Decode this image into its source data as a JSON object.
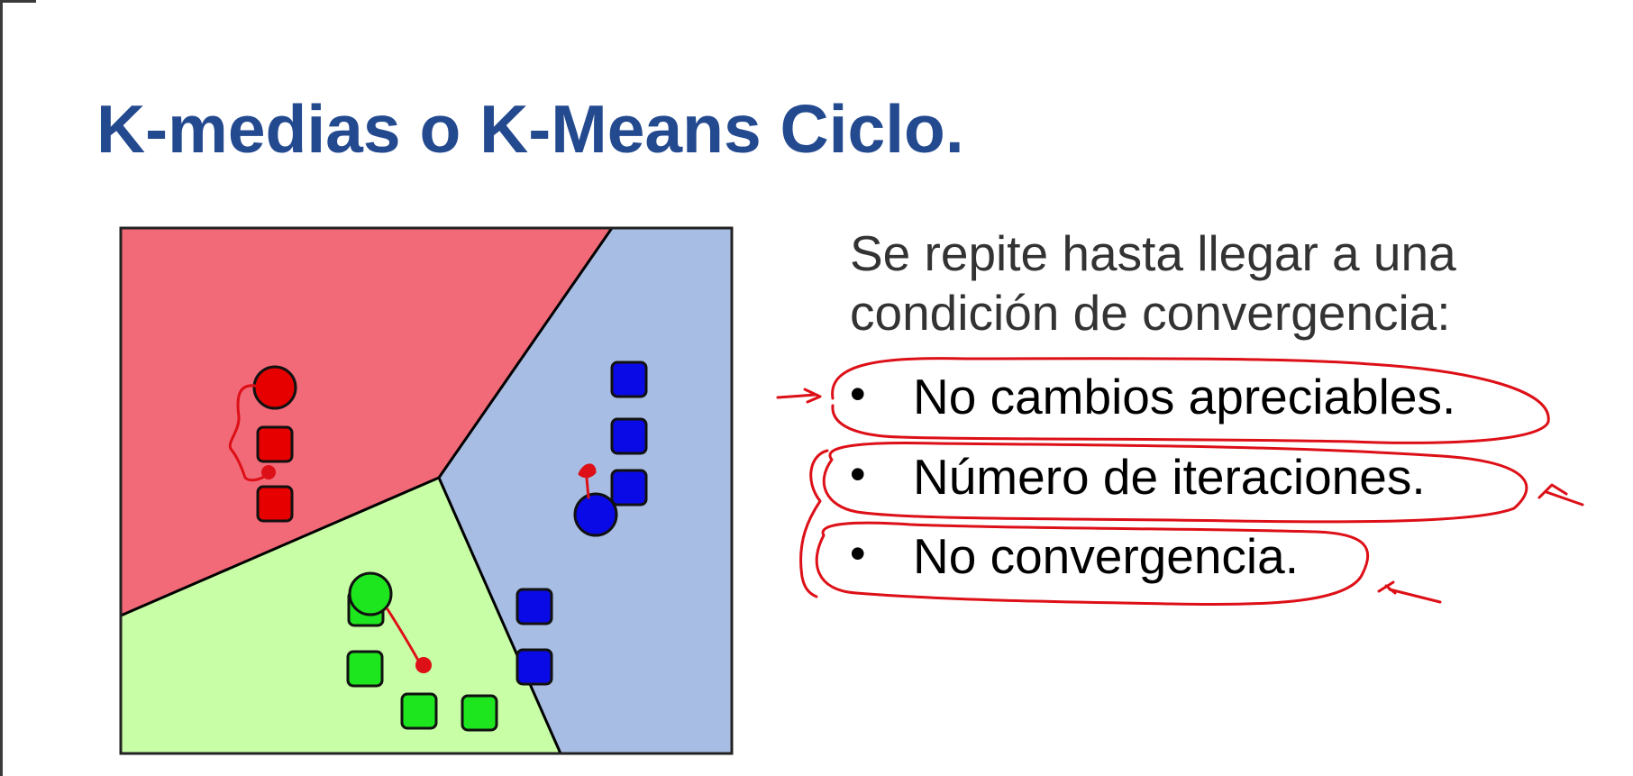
{
  "slide": {
    "title": "K-medias o K-Means Ciclo.",
    "intro_text": "Se repite hasta llegar a una condición de convergencia:",
    "bullets": [
      {
        "marker": "•",
        "text": "No cambios apreciables."
      },
      {
        "marker": "•",
        "text": "Número de iteraciones."
      },
      {
        "marker": "•",
        "text": "No convergencia."
      }
    ]
  },
  "colors": {
    "title": "#23498f",
    "body_text": "#333333",
    "region_red": "#f26a78",
    "region_blue": "#a7bde3",
    "region_green": "#c8fea5",
    "cluster_red": "#e60000",
    "cluster_blue": "#0a0ae6",
    "cluster_green": "#1ee61e",
    "annotation_ink": "#dd0f17"
  },
  "figure": {
    "description_type": "voronoi-cluster-diagram",
    "clusters": [
      "red",
      "blue",
      "green"
    ]
  }
}
